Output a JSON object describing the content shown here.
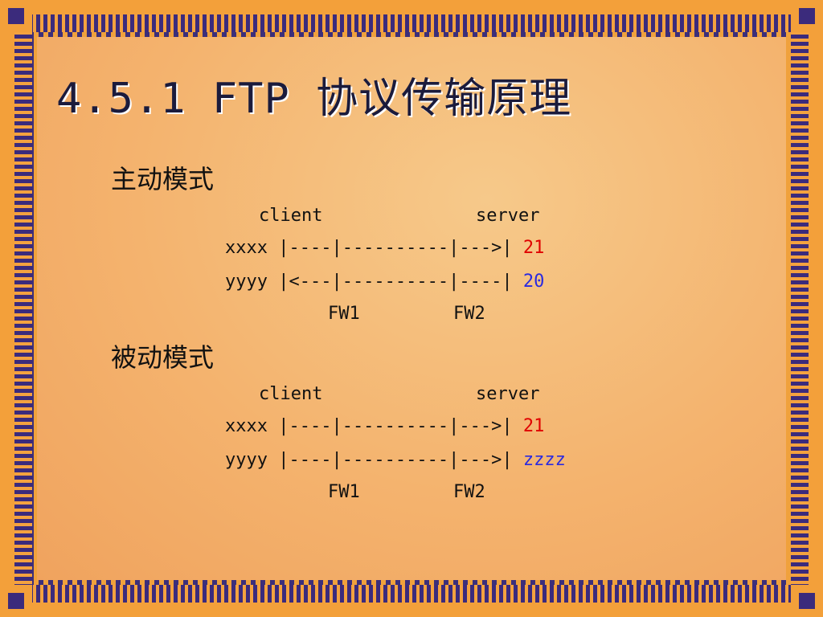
{
  "title": "4.5.1 FTP 协议传输原理",
  "active": {
    "heading": "主动模式",
    "header_line": {
      "client": "client",
      "server": "server"
    },
    "rows": [
      {
        "left": "xxxx |----|----------|--->| ",
        "port": "21",
        "port_color": "#e00000"
      },
      {
        "left": "yyyy |<---|----------|----| ",
        "port": "20",
        "port_color": "#2a2ae0"
      }
    ],
    "fw1": "FW1",
    "fw2": "FW2"
  },
  "passive": {
    "heading": "被动模式",
    "header_line": {
      "client": "client",
      "server": "server"
    },
    "rows": [
      {
        "left": "xxxx |----|----------|--->| ",
        "port": "21",
        "port_color": "#e00000"
      },
      {
        "left": "yyyy |----|----------|--->| ",
        "port": "zzzz",
        "port_color": "#2a2ae0"
      }
    ],
    "fw1": "FW1",
    "fw2": "FW2"
  }
}
